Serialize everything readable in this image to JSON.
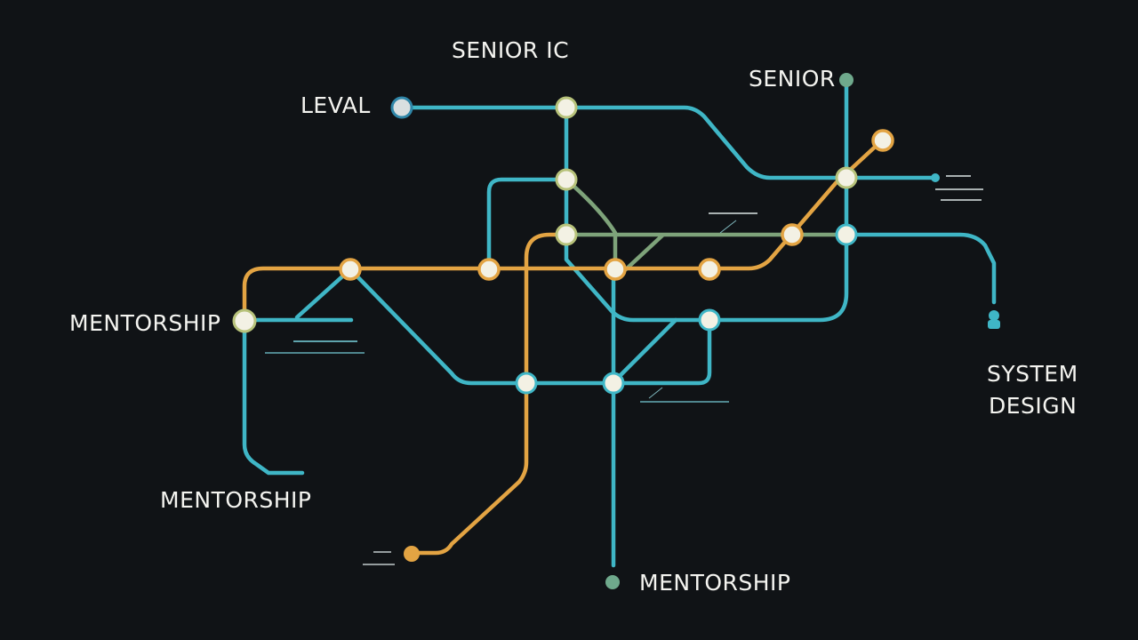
{
  "colors": {
    "background": "#101316",
    "cyan_line": "#3fb6c6",
    "orange_line": "#e3a443",
    "green_line": "#7ea37a",
    "station_fill": "#f3f1e4"
  },
  "labels": {
    "senior_ic": "SENIOR IC",
    "level": "LEVAL",
    "senior": "SENIOR",
    "mentorship_left": "MENTORSHIP",
    "mentorship_bottom_left": "MENTORSHIP",
    "mentorship_bottom": "MENTORSHIP",
    "system": "SYSTEM",
    "design": "DESIGN"
  }
}
